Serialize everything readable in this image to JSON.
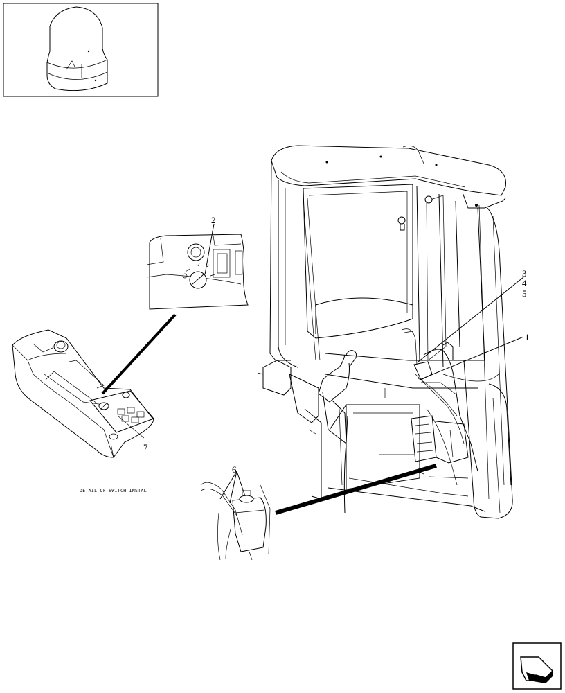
{
  "callouts": {
    "c1": "1",
    "c2": "2",
    "c3": "3",
    "c4": "4",
    "c5": "5",
    "c6": "6",
    "c7": "7"
  },
  "caption": "DETAIL OF SWITCH INSTAL",
  "icons": {
    "thumbnail": "machine-cab-thumbnail-icon",
    "nav": "next-page-arrow-icon"
  }
}
